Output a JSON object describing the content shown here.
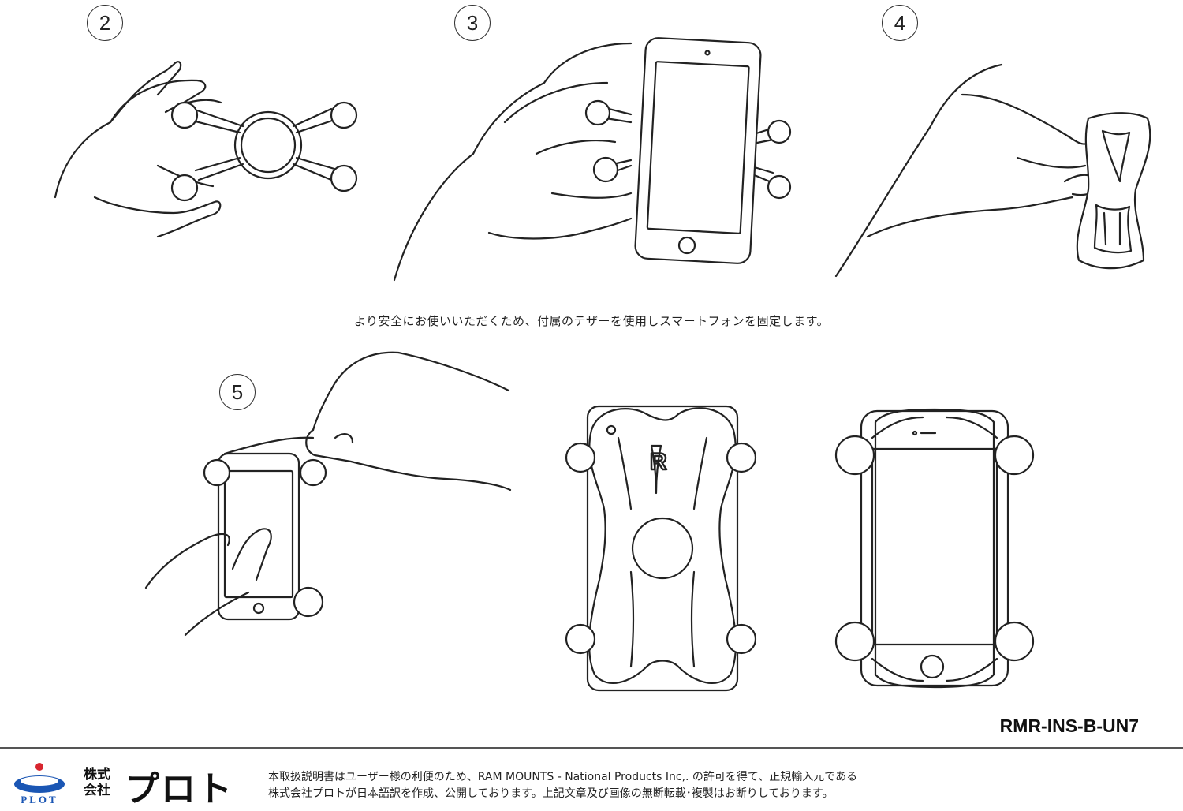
{
  "steps": [
    {
      "number": "2"
    },
    {
      "number": "3"
    },
    {
      "number": "4"
    },
    {
      "number": "5"
    }
  ],
  "caption": "より安全にお使いいただくため、付属のテザーを使用しスマートフォンを固定します。",
  "model_number": "RMR-INS-B-UN7",
  "footer": {
    "logo_text": "PLOT",
    "company_prefix_line1": "株式",
    "company_prefix_line2": "会社",
    "company_name": "プロト",
    "notice_line1": "本取扱説明書はユーザー様の利便のため、RAM MOUNTS - National Products Inc,. の許可を得て、正規輸入元である",
    "notice_line2": "株式会社プロトが日本語訳を作成、公開しております。上記文章及び画像の無断転載･複製はお断りしております。"
  },
  "colors": {
    "logo_red": "#d8262f",
    "logo_blue": "#1a56b4",
    "line": "#222222"
  }
}
